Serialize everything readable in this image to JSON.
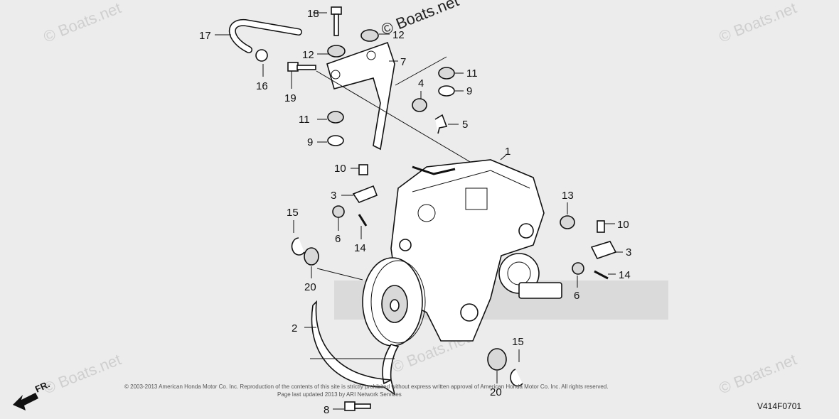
{
  "diagram": {
    "callouts": {
      "c1": "1",
      "c2": "2",
      "c3a": "3",
      "c3b": "3",
      "c4": "4",
      "c5": "5",
      "c6a": "6",
      "c6b": "6",
      "c7": "7",
      "c8": "8",
      "c9a": "9",
      "c9b": "9",
      "c10a": "10",
      "c10b": "10",
      "c11a": "11",
      "c11b": "11",
      "c12a": "12",
      "c12b": "12",
      "c13": "13",
      "c14a": "14",
      "c14b": "14",
      "c15a": "15",
      "c15b": "15",
      "c16": "16",
      "c17": "17",
      "c18": "18",
      "c19": "19",
      "c20a": "20",
      "c20b": "20"
    },
    "watermark": "© Boats.net",
    "diagram_code": "V414F0701",
    "direction_label": "FR.",
    "copyright_line1": "© 2003-2013 American Honda Motor Co. Inc. Reproduction of the contents of this site is strictly prohibited without express written approval of American Honda Motor Co. Inc. All rights reserved.",
    "copyright_line2": "Page last updated 2013 by ARI Network Services"
  },
  "colors": {
    "background": "#ececec",
    "line": "#111111",
    "watermark": "#cfcfcf"
  },
  "icons": {
    "direction": "arrow-fr-icon"
  }
}
